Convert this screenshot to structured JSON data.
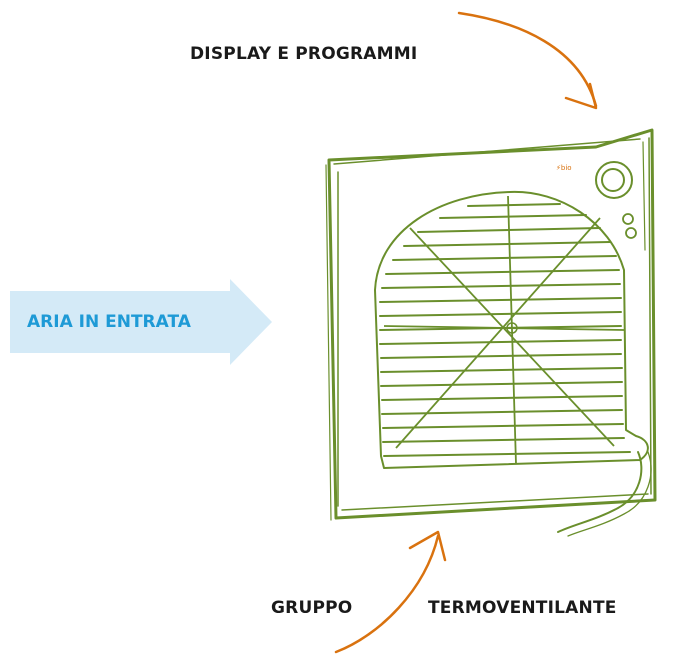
{
  "labels": {
    "display_programs": "DISPLAY E PROGRAMMI",
    "air_inlet": "ARIA IN ENTRATA",
    "group_word": "GRUPPO",
    "fan_heater_word": "TERMOVENTILANTE"
  },
  "device": {
    "brand_text": "bio"
  },
  "colors": {
    "device_outline": "#6a8f2c",
    "arrow_orange": "#d9720f",
    "inlet_arrow_fill": "#d4eaf7",
    "inlet_text": "#1e9ad6"
  }
}
